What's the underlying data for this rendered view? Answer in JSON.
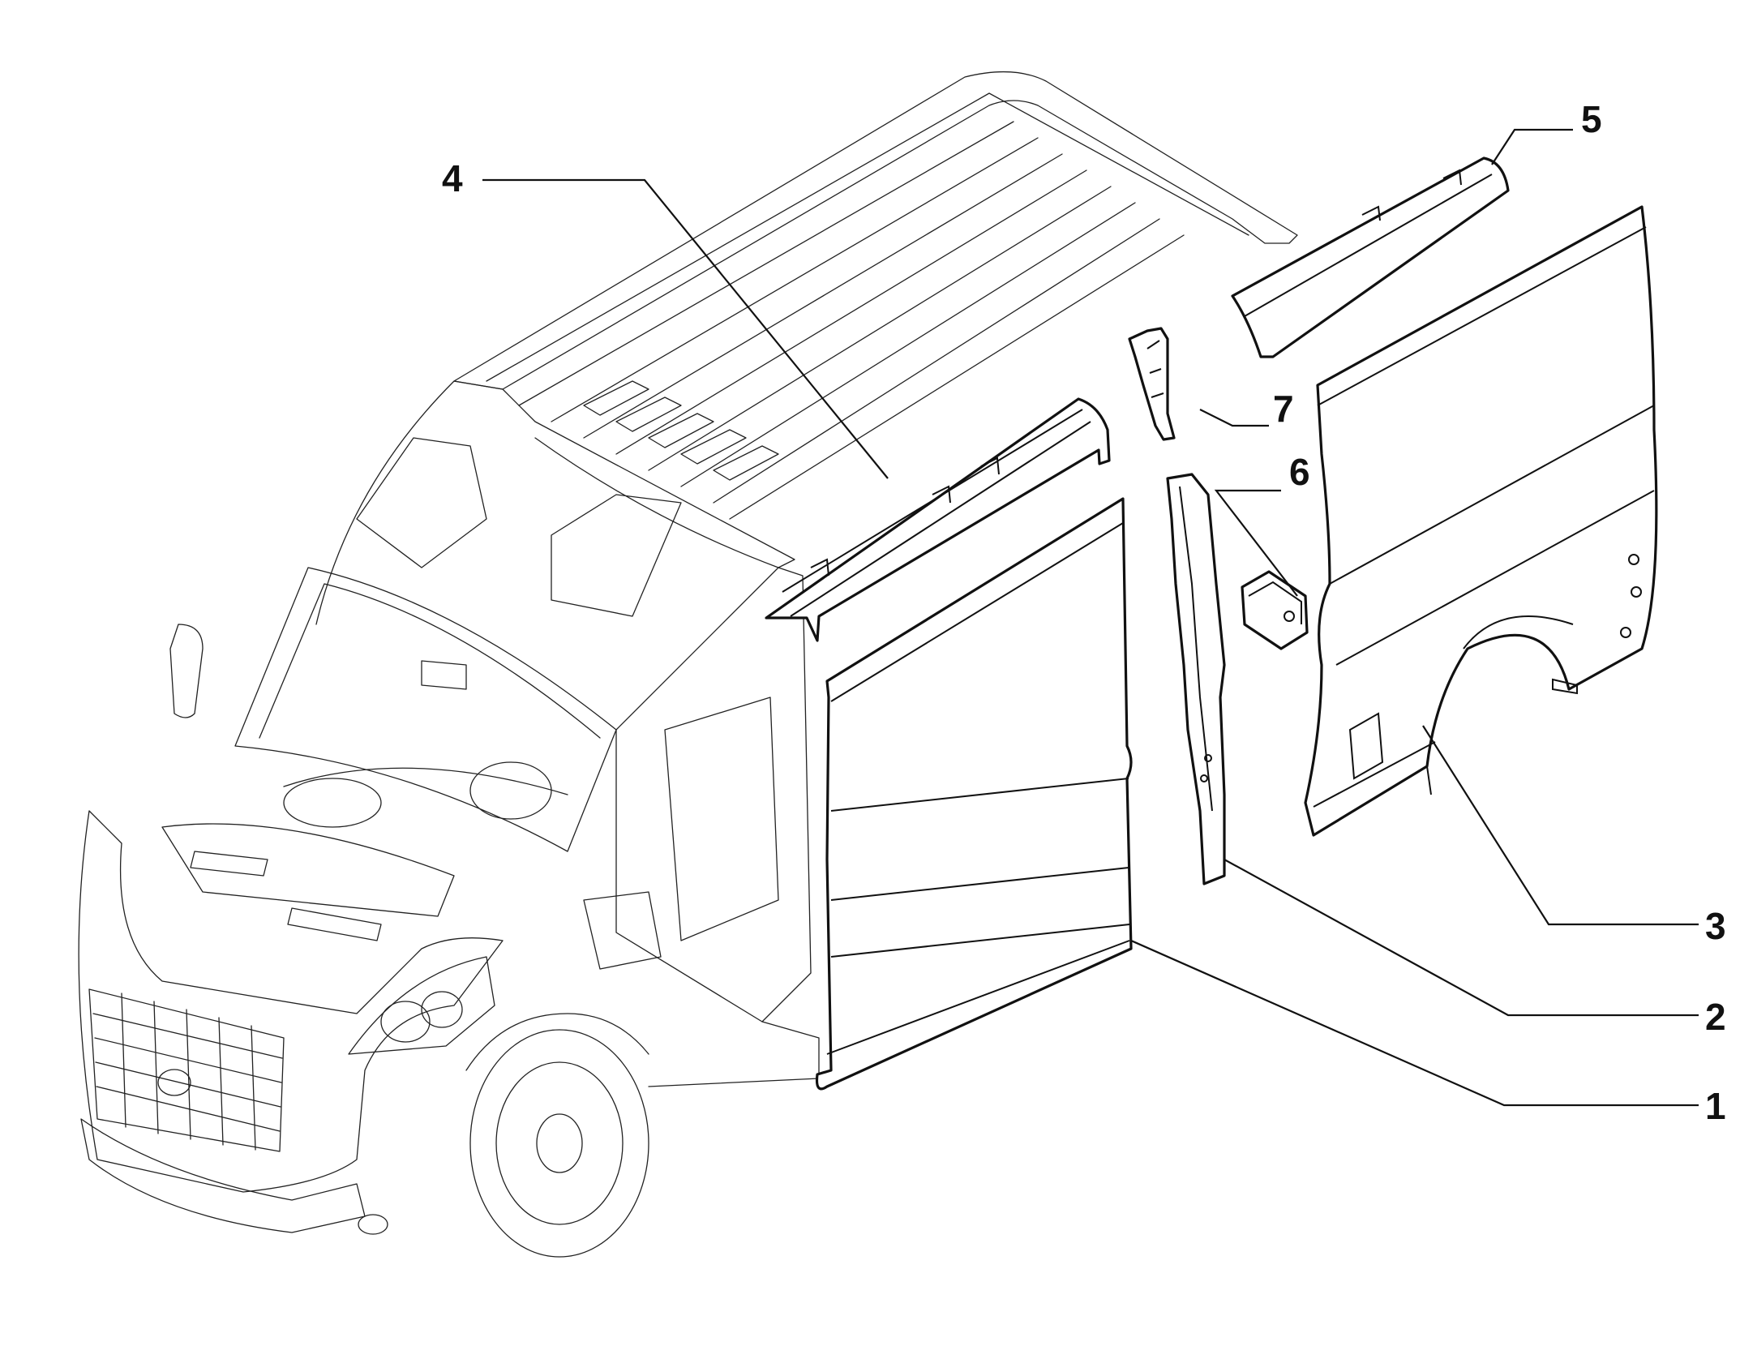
{
  "callouts": [
    {
      "id": "1",
      "label": "1"
    },
    {
      "id": "2",
      "label": "2"
    },
    {
      "id": "3",
      "label": "3"
    },
    {
      "id": "4",
      "label": "4"
    },
    {
      "id": "5",
      "label": "5"
    },
    {
      "id": "6",
      "label": "6"
    },
    {
      "id": "7",
      "label": "7"
    }
  ],
  "colors": {
    "ink": "#111111",
    "background": "#ffffff"
  }
}
